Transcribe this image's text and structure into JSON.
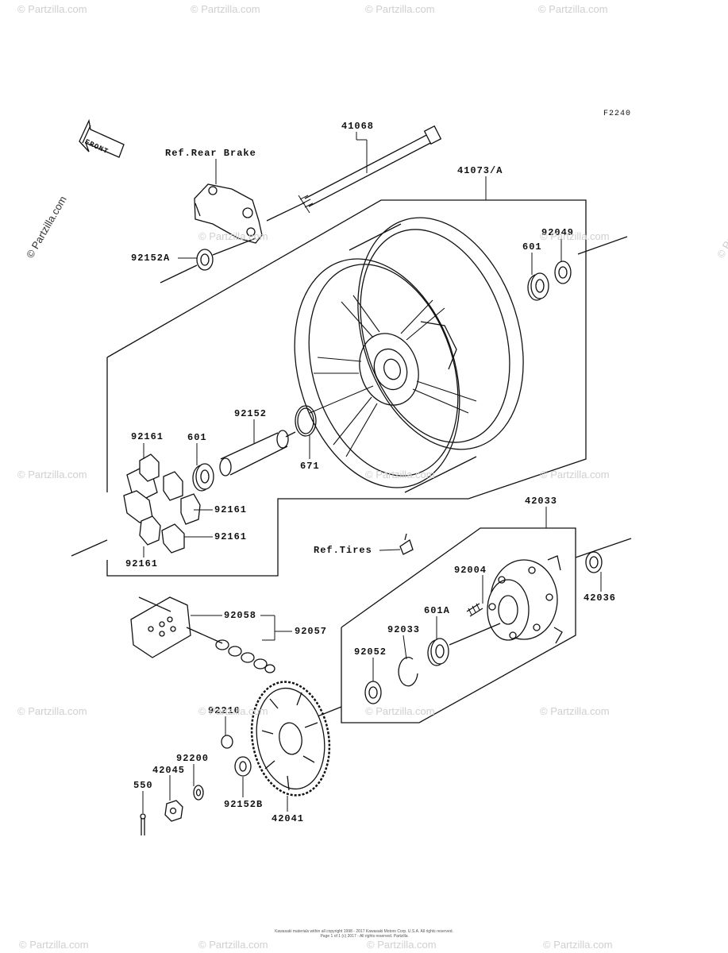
{
  "diagram_code": "F2240",
  "front_arrow": {
    "label": "FRONT"
  },
  "watermark": {
    "text": "© Partzilla.com"
  },
  "callouts": {
    "p41068": "41068",
    "ref_rear_brake": "Ref.Rear Brake",
    "p41073A": "41073/A",
    "p92049": "92049",
    "p601_top": "601",
    "p92152A": "92152A",
    "p92152": "92152",
    "p92161_a": "92161",
    "p601_mid": "601",
    "p671": "671",
    "p92161_b": "92161",
    "p92161_c": "92161",
    "p92161_d": "92161",
    "p42033": "42033",
    "ref_tires": "Ref.Tires",
    "p92004": "92004",
    "p42036": "42036",
    "p601A": "601A",
    "p92033": "92033",
    "p92052": "92052",
    "p92058": "92058",
    "p92057": "92057",
    "p92210": "92210",
    "p92200": "92200",
    "p42045": "42045",
    "p550": "550",
    "p92152B": "92152B",
    "p42041": "42041"
  },
  "copyright": {
    "line1": "Kawasaki materials within all copyright 1998 - 2017 Kawasaki Motors Corp. U.S.A. All rights reserved.",
    "line2": "Page 1 of 1 (c) 2017 - All rights reserved. Partzilla"
  }
}
